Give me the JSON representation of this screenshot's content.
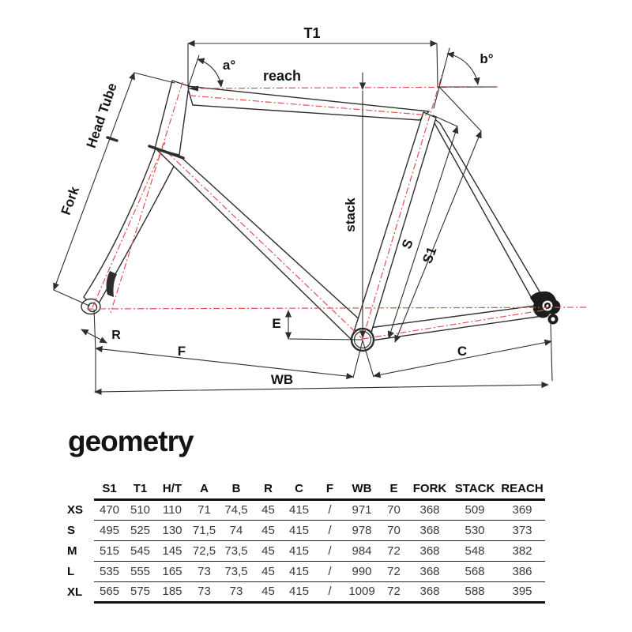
{
  "title": "geometry",
  "diagram": {
    "colors": {
      "centerline_red": "#e25050",
      "drawing_black": "#2e2e2e"
    },
    "labels": {
      "t1": "T1",
      "a_angle": "a°",
      "b_angle": "b°",
      "reach": "reach",
      "head_tube": "Head Tube",
      "fork": "Fork",
      "stack": "stack",
      "s": "S",
      "s1": "S1",
      "r": "R",
      "e": "E",
      "f": "F",
      "c": "C",
      "wb": "WB"
    }
  },
  "table": {
    "headers": [
      "S1",
      "T1",
      "H/T",
      "A",
      "B",
      "R",
      "C",
      "F",
      "WB",
      "E",
      "FORK",
      "STACK",
      "REACH"
    ],
    "rows": [
      {
        "size": "XS",
        "values": [
          "470",
          "510",
          "110",
          "71",
          "74,5",
          "45",
          "415",
          "/",
          "971",
          "70",
          "368",
          "509",
          "369"
        ]
      },
      {
        "size": "S",
        "values": [
          "495",
          "525",
          "130",
          "71,5",
          "74",
          "45",
          "415",
          "/",
          "978",
          "70",
          "368",
          "530",
          "373"
        ]
      },
      {
        "size": "M",
        "values": [
          "515",
          "545",
          "145",
          "72,5",
          "73,5",
          "45",
          "415",
          "/",
          "984",
          "72",
          "368",
          "548",
          "382"
        ]
      },
      {
        "size": "L",
        "values": [
          "535",
          "555",
          "165",
          "73",
          "73,5",
          "45",
          "415",
          "/",
          "990",
          "72",
          "368",
          "568",
          "386"
        ]
      },
      {
        "size": "XL",
        "values": [
          "565",
          "575",
          "185",
          "73",
          "73",
          "45",
          "415",
          "/",
          "1009",
          "72",
          "368",
          "588",
          "395"
        ]
      }
    ]
  }
}
